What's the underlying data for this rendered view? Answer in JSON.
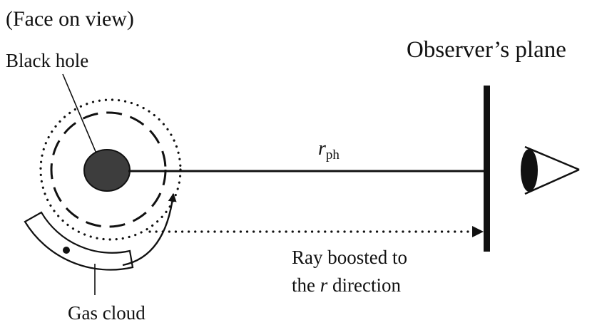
{
  "labels": {
    "view": "(Face on view)",
    "black_hole": "Black hole",
    "observer_plane": "Observer’s plane",
    "photon_radius_symbol": "r",
    "photon_radius_subscript": "ph",
    "ray_line1": "Ray boosted to",
    "ray_line2_prefix": "the ",
    "ray_line2_var": "r",
    "ray_line2_suffix": " direction",
    "gas_cloud": "Gas cloud"
  },
  "colors": {
    "ink": "#111111",
    "black_hole_fill": "#3d3d3d",
    "background": "#ffffff"
  }
}
